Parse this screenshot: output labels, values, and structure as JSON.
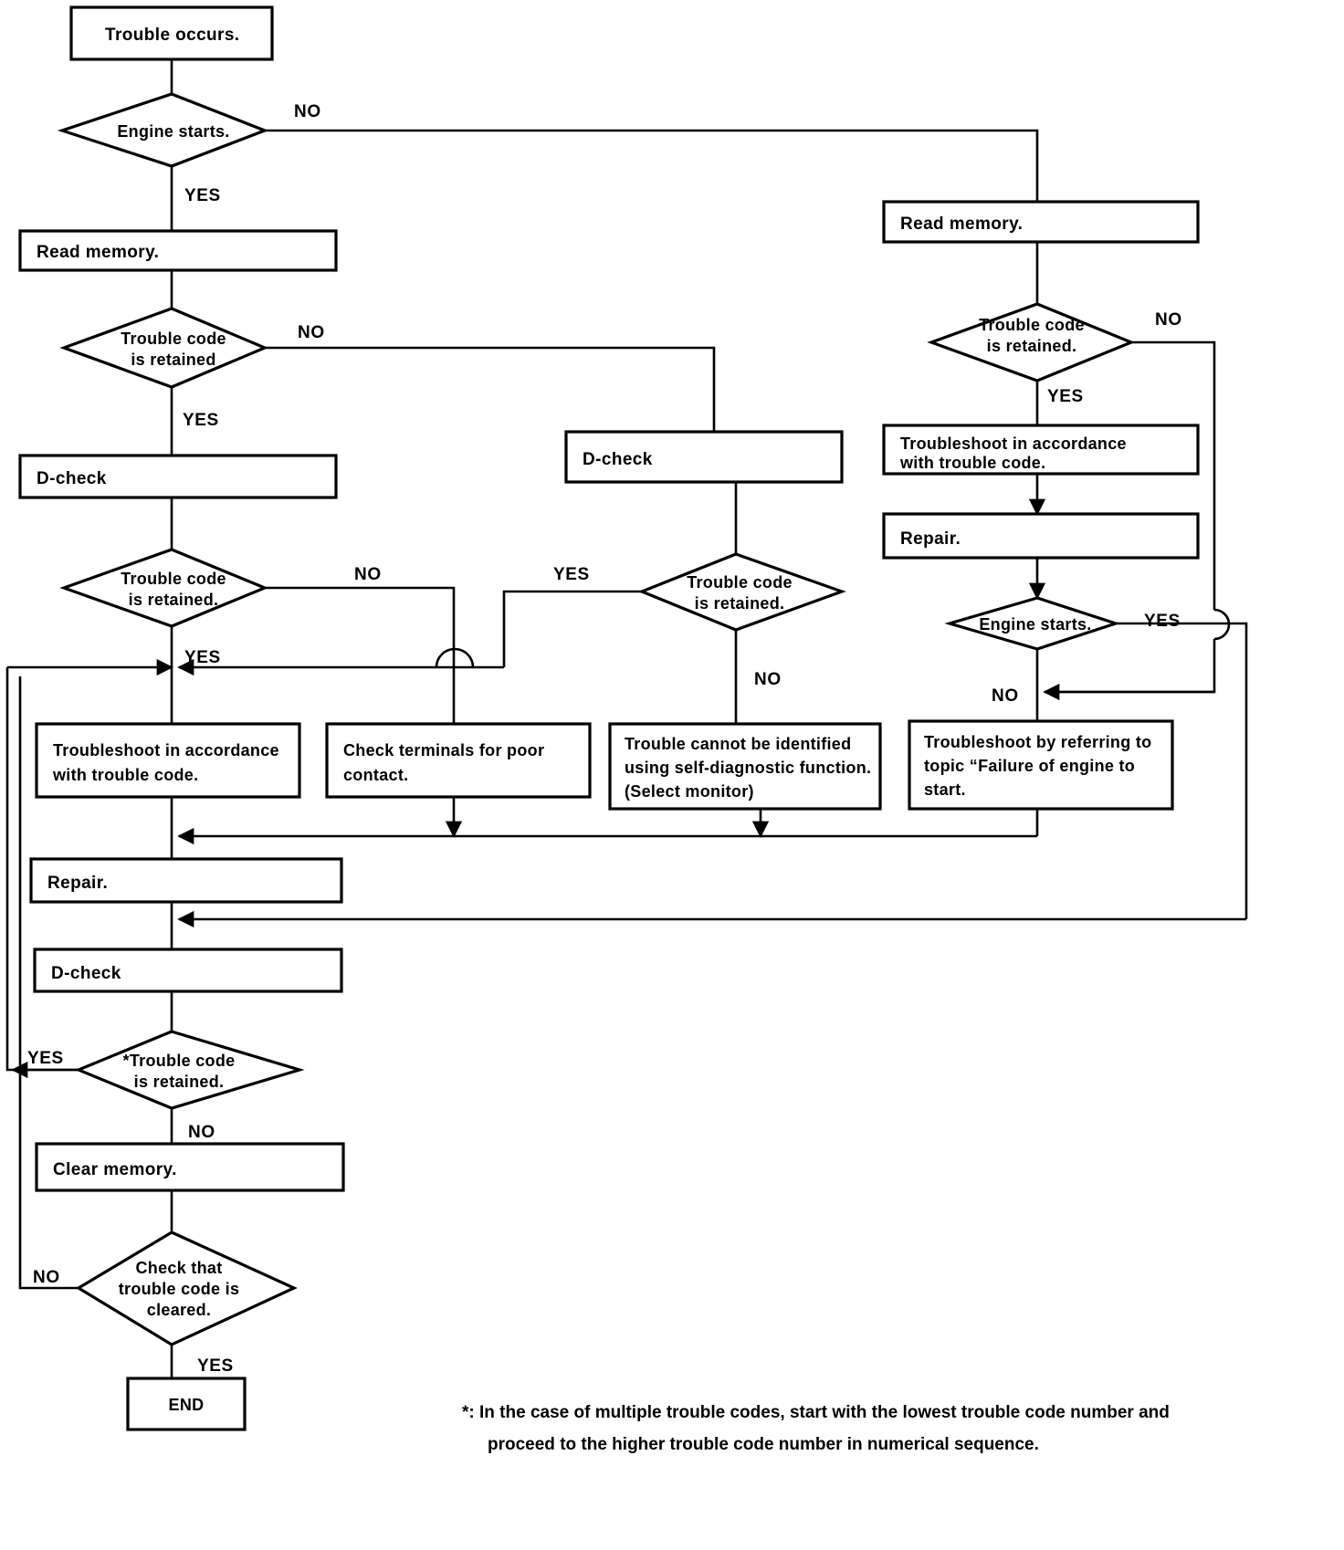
{
  "diagram": {
    "title": "Self-diagnosis trouble code flowchart",
    "type": "flowchart",
    "nodes": {
      "trouble_occurs": "Trouble occurs.",
      "engine_starts_1": "Engine starts.",
      "read_memory_left": "Read memory.",
      "read_memory_right": "Read memory.",
      "trouble_code_retained_left_1": "Trouble code\nis retained",
      "trouble_code_retained_left_1_line1": "Trouble code",
      "trouble_code_retained_left_1_line2": "is retained",
      "d_check_left": "D-check",
      "d_check_mid": "D-check",
      "trouble_code_retained_left_2_line1": "Trouble code",
      "trouble_code_retained_left_2_line2": "is retained.",
      "trouble_code_retained_mid_line1": "Trouble code",
      "trouble_code_retained_mid_line2": "is retained.",
      "trouble_code_retained_right_line1": "Trouble code",
      "trouble_code_retained_right_line2": "is retained.",
      "troubleshoot_right_line1": "Troubleshoot in accordance",
      "troubleshoot_right_line2": "with trouble code.",
      "repair_right": "Repair.",
      "engine_starts_2": "Engine starts.",
      "troubleshoot_left_line1": "Troubleshoot in accordance",
      "troubleshoot_left_line2": "with trouble code.",
      "check_terminals_line1": "Check terminals for poor",
      "check_terminals_line2": "contact.",
      "cannot_identify_line1": "Trouble cannot be identified",
      "cannot_identify_line2": "using self-diagnostic function.",
      "cannot_identify_line3": "(Select monitor)",
      "troubleshoot_failure_line1": "Troubleshoot by referring to",
      "troubleshoot_failure_line2": "topic “Failure of engine to",
      "troubleshoot_failure_line3": "start.",
      "repair_bottom": "Repair.",
      "d_check_bottom": "D-check",
      "star_trouble_code_line1": "*Trouble code",
      "star_trouble_code_line2": "is retained.",
      "clear_memory": "Clear memory.",
      "check_cleared_line1": "Check that",
      "check_cleared_line2": "trouble code is",
      "check_cleared_line3": "cleared.",
      "end": "END"
    },
    "edge_labels": {
      "no_1": "NO",
      "yes_1": "YES",
      "no_2": "NO",
      "yes_2": "YES",
      "no_3": "NO",
      "yes_3": "YES",
      "yes_mid": "YES",
      "no_mid": "NO",
      "no_right_1": "NO",
      "yes_right_1": "YES",
      "yes_right_2": "YES",
      "no_right_2": "NO",
      "yes_bottom": "YES",
      "no_bottom": "NO",
      "no_clear": "NO",
      "yes_end": "YES"
    },
    "footnote": {
      "line1": "*: In the case of multiple trouble codes, start with the lowest trouble code number and",
      "line2": "proceed to the higher trouble code number in numerical sequence."
    },
    "colors": {
      "stroke": "#000000",
      "fill": "#ffffff",
      "background": "#ffffff"
    }
  }
}
